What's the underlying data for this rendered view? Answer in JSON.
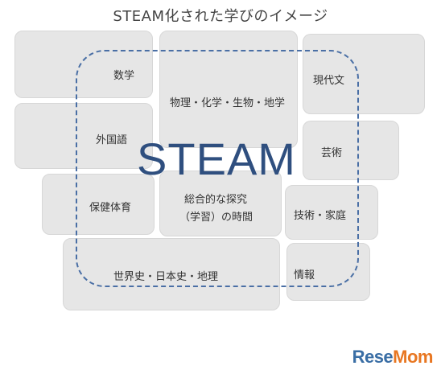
{
  "title": "STEAM化された学びのイメージ",
  "center_label": "STEAM",
  "subjects": {
    "math": "数学",
    "science": "物理・化学・生物・地学",
    "modern_japanese": "現代文",
    "foreign_language": "外国語",
    "art": "芸術",
    "health_pe": "保健体育",
    "integrated_line1": "総合的な探究",
    "integrated_line2": "（学習）の時間",
    "tech_home": "技術・家庭",
    "history_geo": "世界史・日本史・地理",
    "info": "情報"
  },
  "brand": {
    "logo_text_a": "Rese",
    "logo_text_b": "Mom",
    "accent_blue": "#2f4f7f",
    "dash_color": "#4a6fa5"
  }
}
